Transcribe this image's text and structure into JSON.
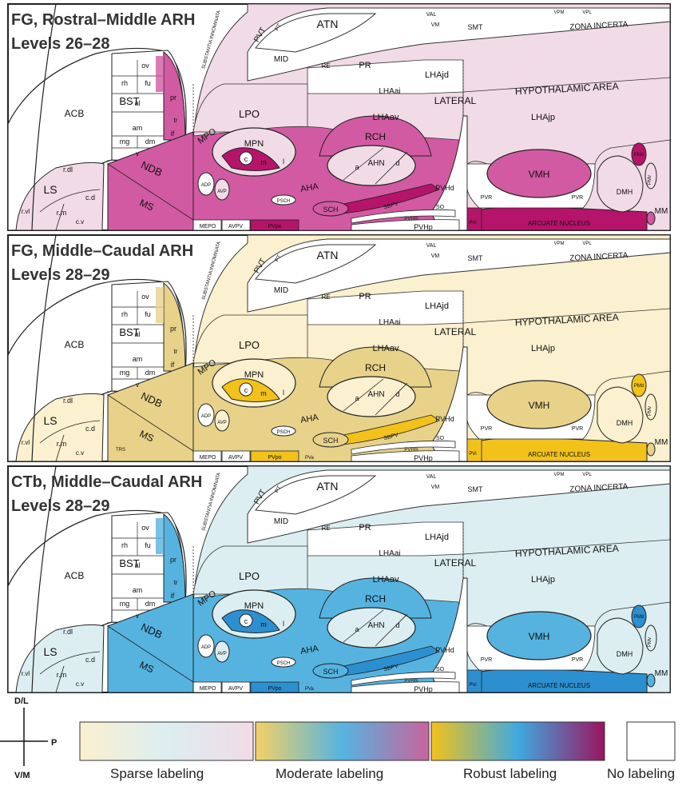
{
  "panels": [
    {
      "title_line1": "FG, Rostral–Middle ARH",
      "title_line2": "Levels 26–28",
      "colors": {
        "bg": "#ffffff",
        "light": "#f1dbe6",
        "mid": "#d25aa2",
        "dark": "#b5146a"
      }
    },
    {
      "title_line1": "FG, Middle–Caudal ARH",
      "title_line2": "Levels 28–29",
      "colors": {
        "bg": "#ffffff",
        "light": "#fbf0cf",
        "mid": "#e8d28a",
        "dark": "#f2c21b"
      }
    },
    {
      "title_line1": "CTb, Middle–Caudal ARH",
      "title_line2": "Levels 28–29",
      "colors": {
        "bg": "#ffffff",
        "light": "#dceef1",
        "mid": "#56b3e0",
        "dark": "#2c8fd0"
      }
    }
  ],
  "regions": {
    "atn": "ATN",
    "pvt": "PVT",
    "pt": "PT",
    "mid": "MID",
    "re": "RE",
    "pr_th": "PR",
    "val": "VAL",
    "vm": "VM",
    "smt": "SMT",
    "vpm": "VPM",
    "vpl": "VPL",
    "zi": "ZONA  INCERTA",
    "lhajd": "LHAjd",
    "lhaai": "LHAai",
    "lateral": "LATERAL",
    "hypo": "HYPOTHALAMIC  AREA",
    "lhajp": "LHAjp",
    "lhaav": "LHAav",
    "lpo": "LPO",
    "rch": "RCH",
    "mpo": "MPO",
    "mpn": "MPN",
    "c": "c",
    "m": "m",
    "l": "l",
    "adp": "ADP",
    "avp": "AVP",
    "psch": "PSCH",
    "aha": "AHA",
    "ahn": "AHN",
    "a": "a",
    "d": "d",
    "pvhd": "PVHd",
    "so": "SO",
    "sbpv": "SBPV",
    "sch": "SCH",
    "pvhm": "PVHm",
    "pvhp": "PVHp",
    "pvr": "PVR",
    "pvi": "PVi",
    "arh": "ARCUATE NUCLEUS",
    "vmh": "VMH",
    "dmh": "DMH",
    "pmd": "PMd",
    "pmv": "PMv",
    "mm": "MM",
    "mepo": "MEPO",
    "avpv": "AVPV",
    "pvpo": "PVpo",
    "pva": "PVa",
    "acb": "ACB",
    "bst": "BST",
    "ov": "ov",
    "rh": "rh",
    "fu": "fu",
    "al": "al",
    "am": "am",
    "mg": "mg",
    "dm": "dm",
    "v": "v",
    "pr": "pr",
    "tr": "tr",
    "if": "if",
    "ls": "LS",
    "rdl": "r.dl",
    "rvl": "r.vl",
    "rm": "r.m",
    "cd": "c.d",
    "cv": "c.v",
    "ndb": "NDB",
    "ms": "MS",
    "trs": "TRS",
    "si": "SUBSTANTIA  INNOMINATA"
  },
  "axis": {
    "dorsal": "D/L",
    "posterior": "P",
    "ventral": "V/M"
  },
  "legend": [
    {
      "label": "Sparse labeling",
      "stops": [
        "#fbf0cf",
        "#dceef1",
        "#f1dbe6"
      ]
    },
    {
      "label": "Moderate labeling",
      "stops": [
        "#f3d266",
        "#56b3e0",
        "#c8649c"
      ]
    },
    {
      "label": "Robust labeling",
      "stops": [
        "#f2c21b",
        "#3fa9e0",
        "#9b1461"
      ]
    },
    {
      "label": "No labeling",
      "stops": [
        "#ffffff",
        "#ffffff",
        "#ffffff"
      ]
    }
  ]
}
